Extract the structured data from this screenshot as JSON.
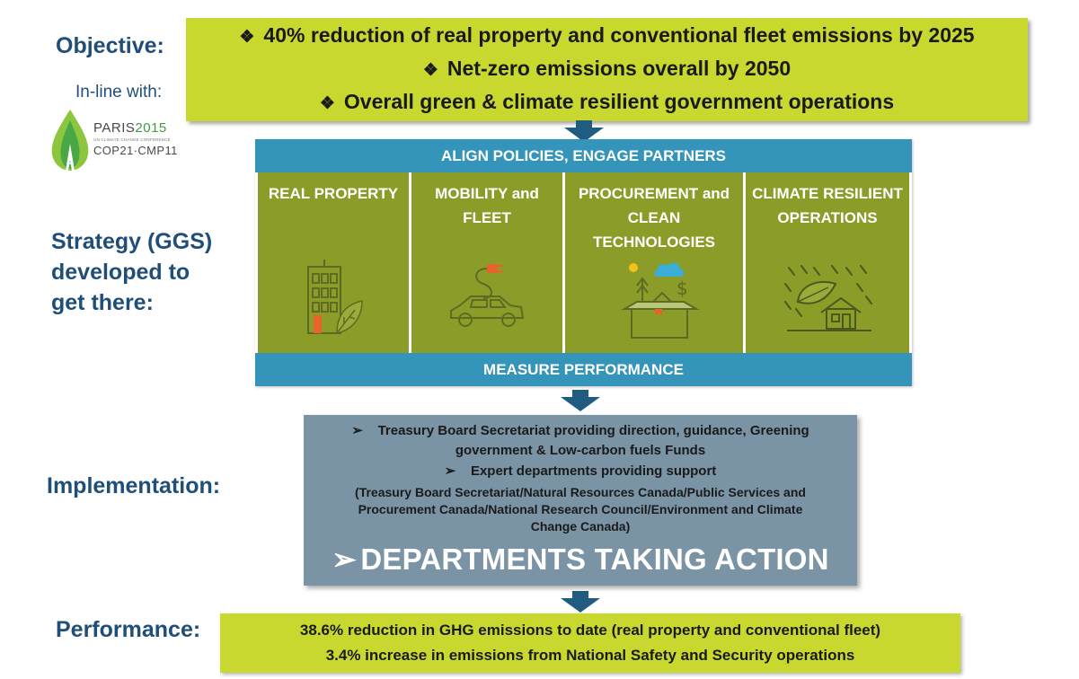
{
  "labels": {
    "objective": "Objective:",
    "inline_with": "In-line with:",
    "strategy": "Strategy (GGS) developed to get there:",
    "implementation": "Implementation:",
    "performance": "Performance:"
  },
  "paris_logo": {
    "word": "PARIS",
    "year": "2015",
    "subtitle": "UN CLIMATE CHANGE CONFERENCE",
    "cop": "COP21·CMP11"
  },
  "objective": {
    "lines": [
      "40% reduction of real property and conventional fleet emissions by 2025",
      "Net-zero emissions overall by 2050",
      "Overall green & climate resilient government operations"
    ],
    "bullet": "❖"
  },
  "strategy": {
    "top_banner": "ALIGN POLICIES, ENGAGE PARTNERS",
    "bottom_banner": "MEASURE PERFORMANCE",
    "pillars": [
      {
        "title": "REAL PROPERTY",
        "icon": "building-leaf-icon"
      },
      {
        "title": "MOBILITY and FLEET",
        "icon": "electric-car-icon"
      },
      {
        "title": "PROCUREMENT and CLEAN TECHNOLOGIES",
        "icon": "clean-tech-box-icon"
      },
      {
        "title": "CLIMATE RESILIENT OPERATIONS",
        "icon": "storm-house-icon"
      }
    ]
  },
  "implementation": {
    "bullet": "➢",
    "item1_a": "Treasury Board Secretariat providing direction, guidance, Greening",
    "item1_b": "government & Low-carbon fuels Funds",
    "item2": "Expert departments providing support",
    "detail_a": "(Treasury Board Secretariat/Natural Resources Canada/Public Services and",
    "detail_b": "Procurement Canada/National Research Council/Environment and Climate",
    "detail_c": "Change Canada)",
    "headline": "DEPARTMENTS TAKING ACTION"
  },
  "performance": {
    "lines": [
      "38.6% reduction in GHG emissions to date (real property and conventional fleet)",
      "3.4% increase in emissions from National Safety and Security operations"
    ]
  },
  "colors": {
    "lime": "#c8d82e",
    "olive": "#8b9d28",
    "teal": "#3494b9",
    "slate": "#7a93a5",
    "navy": "#1f4e79",
    "arrow": "#1f5c80"
  }
}
